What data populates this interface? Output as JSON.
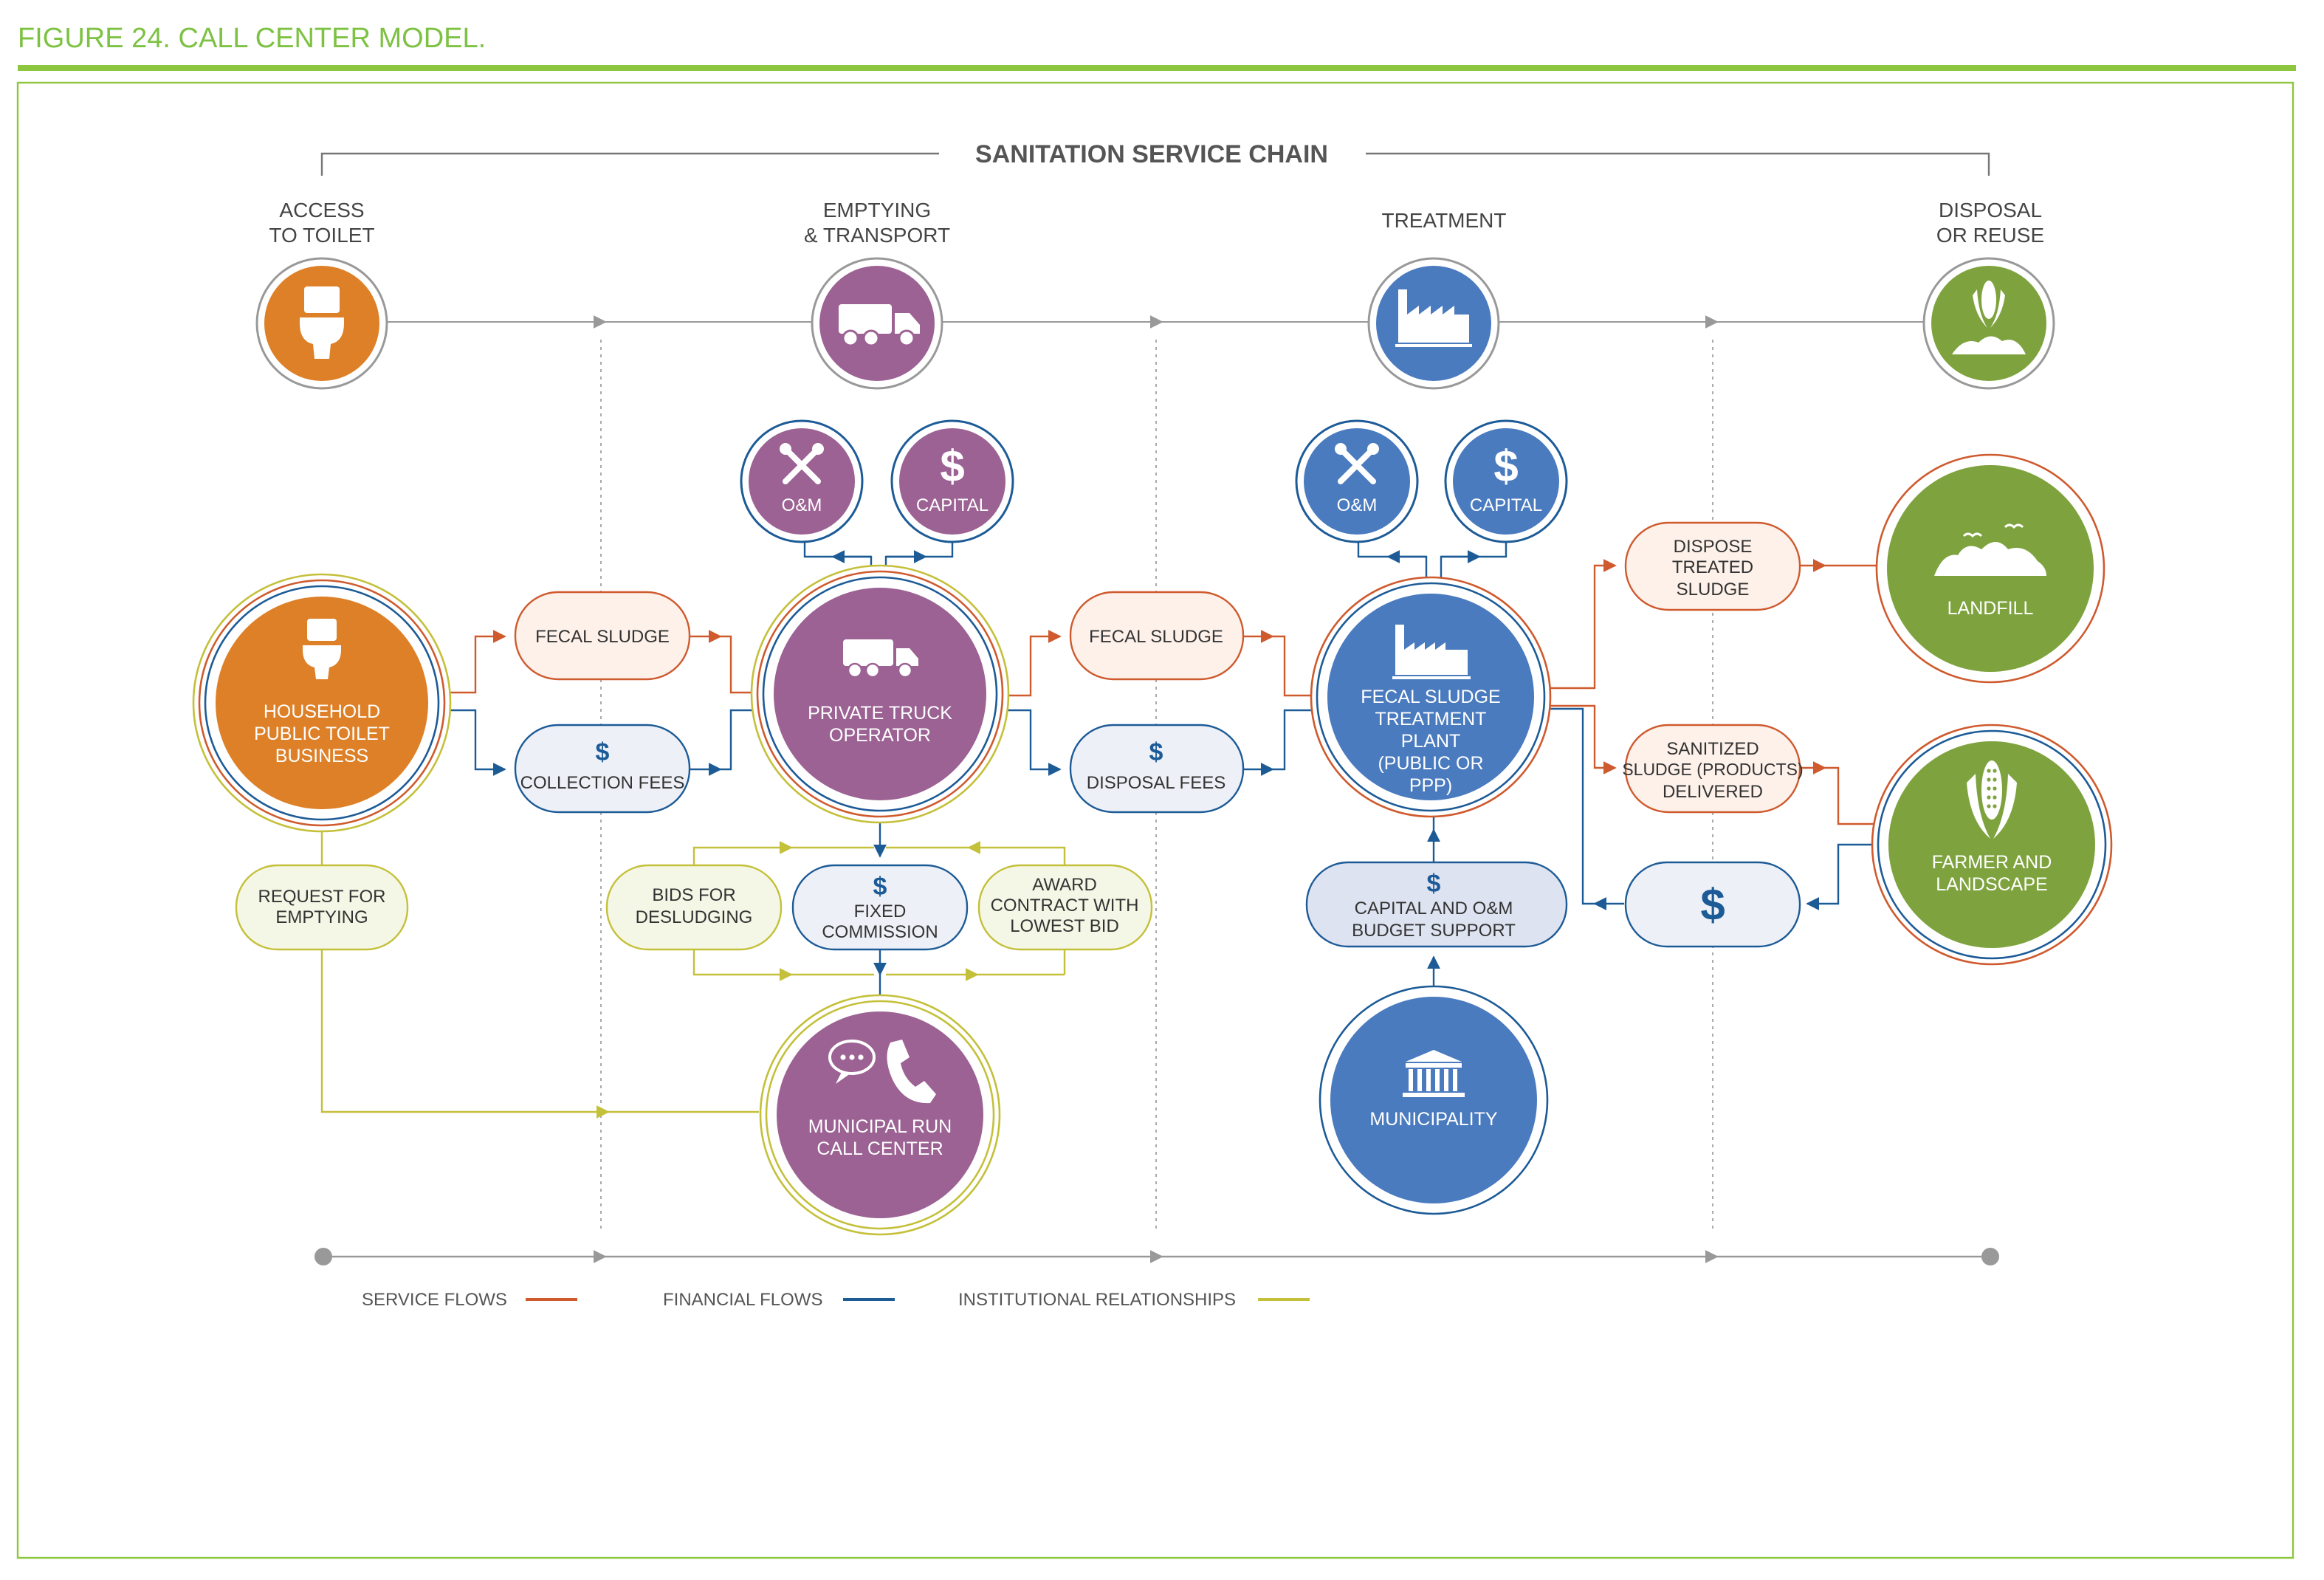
{
  "figure_title": "FIGURE 24. CALL CENTER MODEL.",
  "chain_title": "SANITATION SERVICE CHAIN",
  "stages": [
    {
      "line1": "ACCESS",
      "line2": "TO TOILET"
    },
    {
      "line1": "EMPTYING",
      "line2": "& TRANSPORT"
    },
    {
      "line1": "TREATMENT",
      "line2": ""
    },
    {
      "line1": "DISPOSAL",
      "line2": "OR REUSE"
    }
  ],
  "actors": {
    "household": [
      "HOUSEHOLD",
      "PUBLIC TOILET",
      "BUSINESS"
    ],
    "truck": [
      "PRIVATE TRUCK",
      "OPERATOR"
    ],
    "callcenter": [
      "MUNICIPAL RUN",
      "CALL CENTER"
    ],
    "plant": [
      "FECAL SLUDGE",
      "TREATMENT",
      "PLANT",
      "(PUBLIC OR",
      "PPP)"
    ],
    "municipality": [
      "MUNICIPALITY"
    ],
    "landfill": [
      "LANDFILL"
    ],
    "farmer": [
      "FARMER AND",
      "LANDSCAPE"
    ]
  },
  "small_circles": {
    "om": "O&M",
    "capital": "CAPITAL",
    "dollar": "$"
  },
  "flows": {
    "fecal_sludge": "FECAL SLUDGE",
    "collection_fees": "COLLECTION FEES",
    "disposal_fees": "DISPOSAL FEES",
    "request": [
      "REQUEST FOR",
      "EMPTYING"
    ],
    "bids": [
      "BIDS FOR",
      "DESLUDGING"
    ],
    "fixed_commission": [
      "FIXED",
      "COMMISSION"
    ],
    "award": [
      "AWARD",
      "CONTRACT WITH",
      "LOWEST BID"
    ],
    "capital_om_support": [
      "CAPITAL AND O&M",
      "BUDGET SUPPORT"
    ],
    "dispose_treated": [
      "DISPOSE",
      "TREATED",
      "SLUDGE"
    ],
    "sanitized": [
      "SANITIZED",
      "SLUDGE (PRODUCTS)",
      "DELIVERED"
    ]
  },
  "legend": {
    "service": "SERVICE FLOWS",
    "financial": "FINANCIAL FLOWS",
    "institutional": "INSTITUTIONAL RELATIONSHIPS"
  },
  "colors": {
    "green_title": "#7dc242",
    "orange": "#dd8027",
    "purple": "#9b6293",
    "blue": "#4a7bbf",
    "green": "#7ea33e",
    "service_flow": "#cf5a2e",
    "financial_flow": "#1d5b97",
    "institutional": "#c4c03a",
    "gray": "#999999"
  }
}
